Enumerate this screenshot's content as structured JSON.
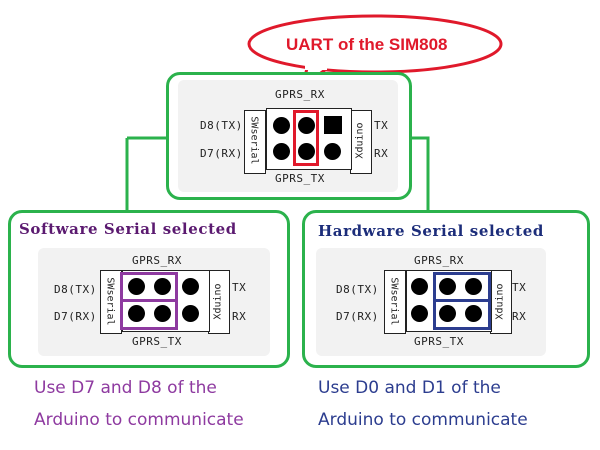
{
  "callout": {
    "text": "UART of the SIM808",
    "color": "#e0192b"
  },
  "boards": {
    "top": {
      "gprs_rx": "GPRS_RX",
      "gprs_tx": "GPRS_TX",
      "d8": "D8(TX)",
      "d7": "D7(RX)",
      "tx": "TX",
      "rx": "RX",
      "swserial": "SWserial",
      "xduino": "Xduino"
    },
    "left": {
      "gprs_rx": "GPRS_RX",
      "gprs_tx": "GPRS_TX",
      "d8": "D8(TX)",
      "d7": "D7(RX)",
      "tx": "TX",
      "rx": "RX",
      "swserial": "SWserial",
      "xduino": "Xduino"
    },
    "right": {
      "gprs_rx": "GPRS_RX",
      "gprs_tx": "GPRS_TX",
      "d8": "D8(TX)",
      "d7": "D7(RX)",
      "tx": "TX",
      "rx": "RX",
      "swserial": "SWserial",
      "xduino": "Xduino"
    }
  },
  "software": {
    "title": "Software Serial selected",
    "caption_line1": "Use D7 and D8 of the",
    "caption_line2": "Arduino to communicate",
    "color": "#8e3aa0"
  },
  "hardware": {
    "title": "Hardware Serial selected",
    "caption_line1": "Use D0 and D1 of the",
    "caption_line2": "Arduino to communicate",
    "color": "#2c3d8f"
  },
  "colors": {
    "box_border": "#2bb24c",
    "callout": "#e0192b"
  }
}
